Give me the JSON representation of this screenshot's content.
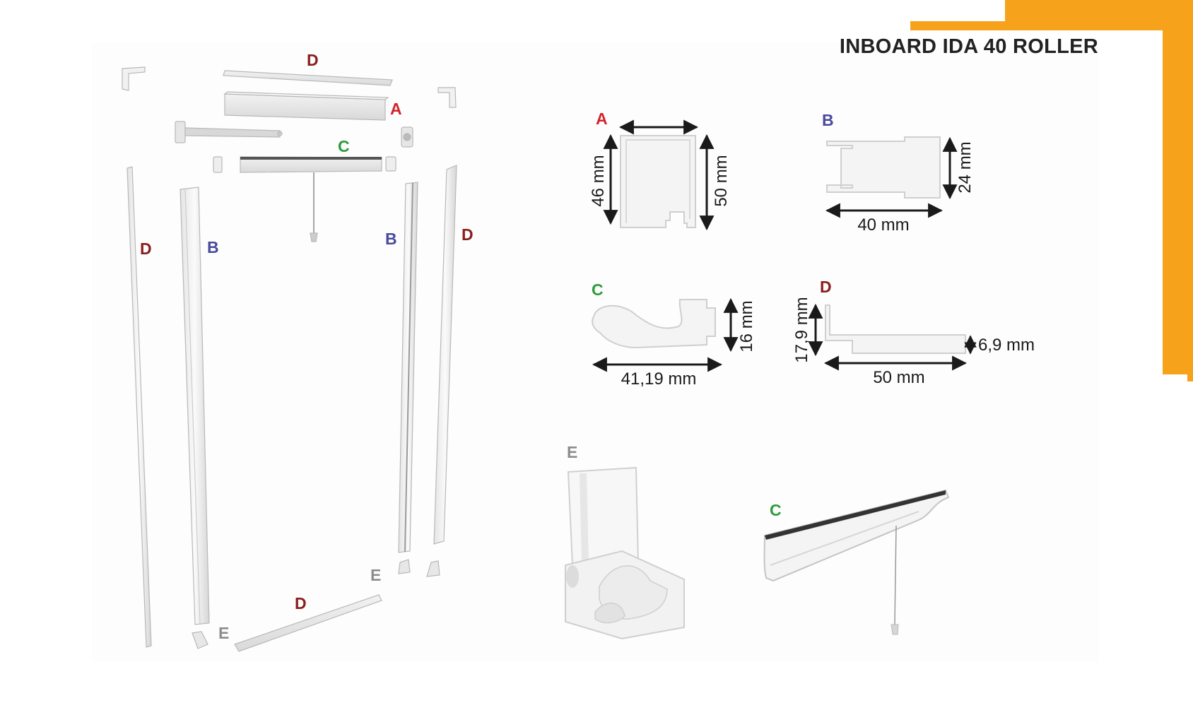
{
  "title": "INBOARD IDA 40 ROLLER",
  "colors": {
    "accent": "#f7a21b",
    "label_A": "#d2232a",
    "label_B": "#4a4a9c",
    "label_C": "#2e9b3c",
    "label_D": "#8b1c1c",
    "label_E": "#8c8c8c",
    "dimension": "#1a1a1a"
  },
  "exploded_view": {
    "label_D_top": "D",
    "label_A": "A",
    "label_C": "C",
    "label_D_left": "D",
    "label_B_left": "B",
    "label_B_right": "B",
    "label_D_right": "D",
    "label_E_right": "E",
    "label_D_bottom": "D",
    "label_E_left": "E"
  },
  "profiles": {
    "A": {
      "label": "A",
      "height_left": "46 mm",
      "height_right": "50 mm"
    },
    "B": {
      "label": "B",
      "height": "24 mm",
      "width": "40 mm"
    },
    "C": {
      "label": "C",
      "height": "16 mm",
      "width": "41,19 mm"
    },
    "D": {
      "label": "D",
      "height": "17,9 mm",
      "step": "6,9 mm",
      "width": "50 mm"
    }
  },
  "detail_views": {
    "label_E": "E",
    "label_C": "C"
  }
}
